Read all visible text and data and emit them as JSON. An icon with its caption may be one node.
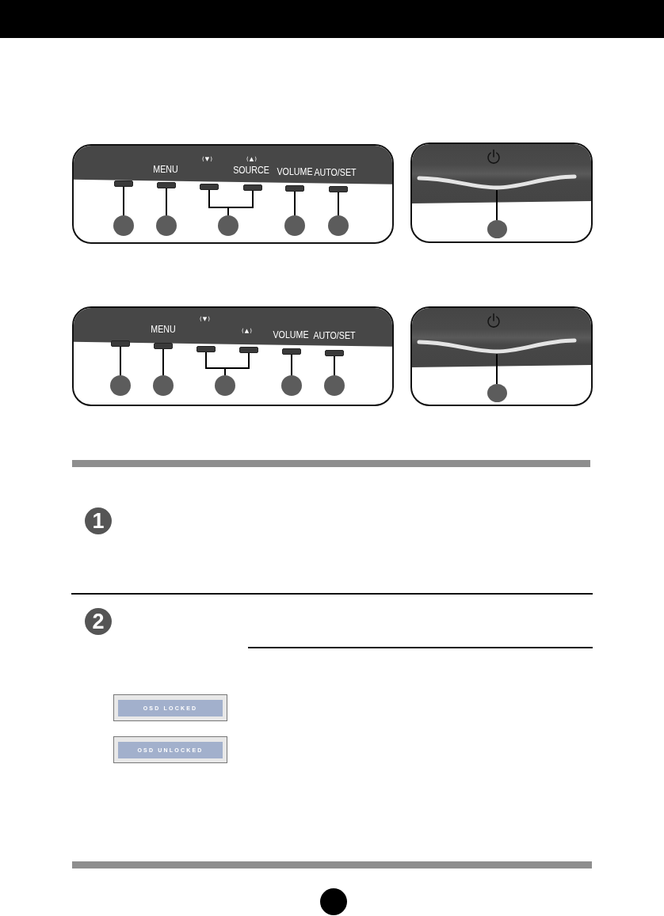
{
  "diagram": {
    "nodes": [
      {
        "text": [],
        "shape": "box"
      },
      {
        "text": [],
        "shape": "box",
        "in": 0
      },
      {
        "text": [],
        "shape": "box",
        "in": 0
      },
      {
        "text": [],
        "shape": "box",
        "in": 0
      },
      {
        "text": [],
        "shape": "box",
        "in": 0
      },
      {
        "text": [],
        "shape": "box",
        "in": 0
      },
      {
        "text": [],
        "shape": "box",
        "in": 0
      },
      {
        "text": [],
        "shape": "circle",
        "in": 0
      },
      {
        "text": [],
        "shape": "circle",
        "in": 0
      },
      {
        "text": [],
        "shape": "circle",
        "in": 0
      },
      {
        "text": [],
        "shape": "circle",
        "in": 0
      },
      {
        "text": [],
        "shape": "circle",
        "in": 0
      },
      {
        "text": [],
        "shape": "box"
      },
      {
        "text": [],
        "shape": "bar",
        "in": 12
      },
      {
        "text": [],
        "shape": "circle",
        "in": 12
      },
      {
        "text": [],
        "shape": "box"
      },
      {
        "text": [],
        "shape": "box",
        "in": 15
      },
      {
        "text": [],
        "shape": "box",
        "in": 15
      },
      {
        "text": [],
        "shape": "box",
        "in": 15
      },
      {
        "text": [],
        "shape": "box",
        "in": 15
      },
      {
        "text": [],
        "shape": "box",
        "in": 15
      },
      {
        "text": [],
        "shape": "box",
        "in": 15
      },
      {
        "text": [],
        "shape": "circle",
        "in": 15
      },
      {
        "text": [],
        "shape": "circle",
        "in": 15
      },
      {
        "text": [],
        "shape": "circle",
        "in": 15
      },
      {
        "text": [],
        "shape": "circle",
        "in": 15
      },
      {
        "text": [],
        "shape": "circle",
        "in": 15
      },
      {
        "text": [],
        "shape": "box"
      },
      {
        "text": [],
        "shape": "bar",
        "in": 27
      },
      {
        "text": [],
        "shape": "circle",
        "in": 27
      },
      {
        "text": [
          "1"
        ]
      },
      {
        "text": [
          "2"
        ]
      },
      {
        "text": [
          "OSD LOCKED"
        ]
      },
      {
        "text": [
          "OSD UNLOCKED"
        ]
      },
      {
        "text": [],
        "shape": "circle"
      }
    ],
    "edges": [
      {
        "from": 7,
        "to": 1,
        "arrow": "none"
      },
      {
        "from": 8,
        "to": 2,
        "arrow": "none"
      },
      {
        "from": 9,
        "to": 3,
        "arrow": "none"
      },
      {
        "from": 9,
        "to": 4,
        "arrow": "none"
      },
      {
        "from": 10,
        "to": 5,
        "arrow": "none"
      },
      {
        "from": 11,
        "to": 6,
        "arrow": "none"
      },
      {
        "from": 14,
        "to": 13,
        "arrow": "none"
      },
      {
        "from": 22,
        "to": 16,
        "arrow": "none"
      },
      {
        "from": 23,
        "to": 17,
        "arrow": "none"
      },
      {
        "from": 24,
        "to": 18,
        "arrow": "none"
      },
      {
        "from": 24,
        "to": 19,
        "arrow": "none"
      },
      {
        "from": 25,
        "to": 20,
        "arrow": "none"
      },
      {
        "from": 26,
        "to": 21,
        "arrow": "none"
      },
      {
        "from": 29,
        "to": 28,
        "arrow": "none"
      }
    ],
    "labels": [
      "(▼)",
      "(▲)",
      "MENU",
      "SOURCE",
      "VOLUME",
      "AUTO/SET",
      "(▼)",
      "MENU",
      "(▲)",
      "VOLUME",
      "AUTO/SET"
    ]
  }
}
